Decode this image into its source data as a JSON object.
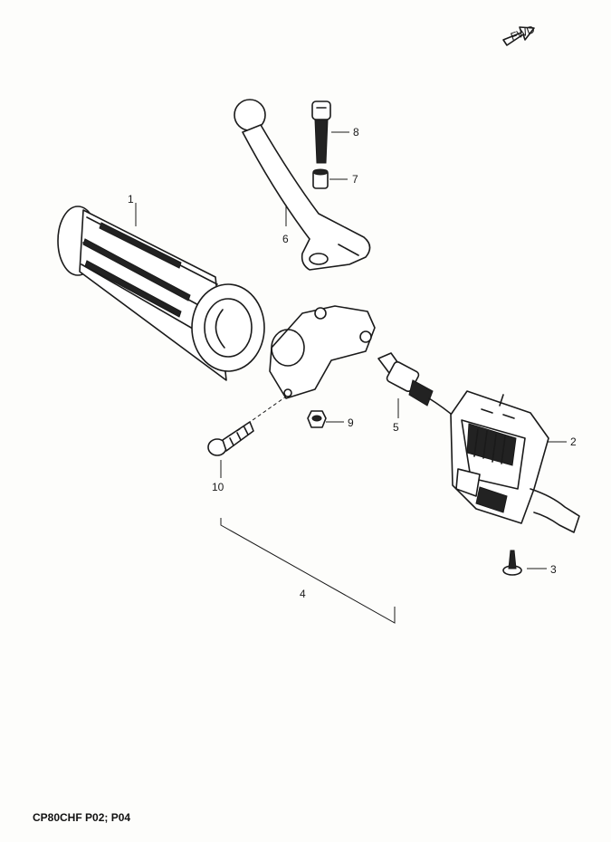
{
  "diagram": {
    "catalog_code": "CP80CHF P02; P04",
    "direction_marker": "FWD",
    "callouts": [
      {
        "key": "c1",
        "label": "1"
      },
      {
        "key": "c2",
        "label": "2"
      },
      {
        "key": "c3",
        "label": "3"
      },
      {
        "key": "c4",
        "label": "4"
      },
      {
        "key": "c5",
        "label": "5"
      },
      {
        "key": "c6",
        "label": "6"
      },
      {
        "key": "c7",
        "label": "7"
      },
      {
        "key": "c8",
        "label": "8"
      },
      {
        "key": "c9",
        "label": "9"
      },
      {
        "key": "c10",
        "label": "10"
      }
    ],
    "colors": {
      "ink": "#1a1a1a",
      "paper": "#fdfdfb"
    }
  }
}
